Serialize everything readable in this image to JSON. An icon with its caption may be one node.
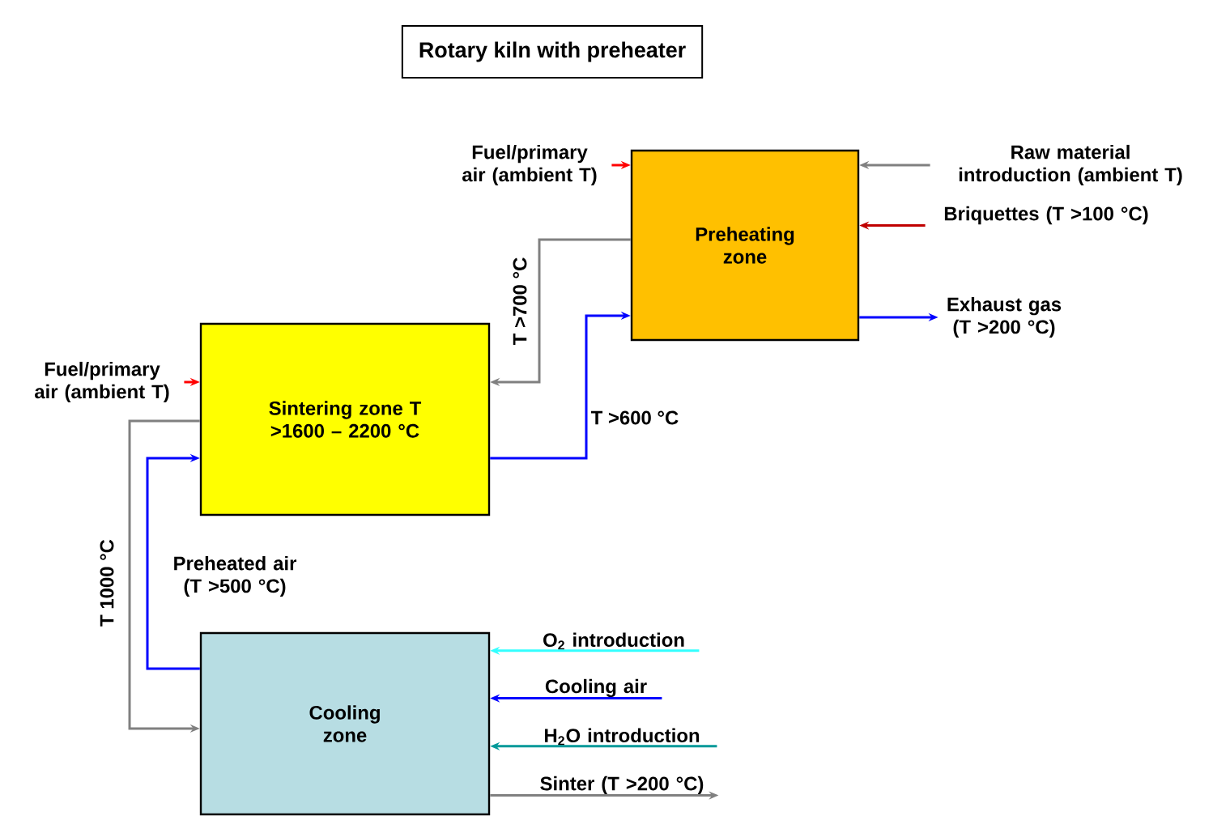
{
  "diagram": {
    "title": "Rotary kiln with preheater",
    "nodes": [
      {
        "text": [
          "Preheating zone"
        ]
      },
      {
        "text": [
          "Sintering zone T >1600 – 2200 °C"
        ]
      },
      {
        "text": [
          "Cooling zone"
        ]
      },
      {
        "text": [
          "Fuel/primary air (ambient T)"
        ]
      },
      {
        "text": [
          "Raw material introduction (ambient T)"
        ]
      },
      {
        "text": [
          "Briquettes (T >100 °C)"
        ]
      },
      {
        "text": [
          "Exhaust gas (T >200 °C)"
        ]
      },
      {
        "text": [
          "Fuel/primary air (ambient T)"
        ]
      },
      {
        "text": [
          "O$_{2}$ introduction"
        ]
      },
      {
        "text": [
          "Cooling air"
        ]
      },
      {
        "text": [
          "H$_{2}$O introduction"
        ]
      },
      {
        "text": [
          "Sinter (T >200 °C)"
        ]
      }
    ],
    "edges": [
      {
        "from": 3,
        "to": 0,
        "arrow": "to",
        "color": "#ff0000"
      },
      {
        "from": 4,
        "to": 0,
        "arrow": "to",
        "color": "#808080"
      },
      {
        "from": 5,
        "to": 0,
        "arrow": "to",
        "color": "#c00000"
      },
      {
        "from": 0,
        "to": 6,
        "arrow": "to",
        "color": "#0000ff"
      },
      {
        "from": 0,
        "to": 1,
        "arrow": "to",
        "color": "#808080",
        "label": "T >700 °C"
      },
      {
        "from": 1,
        "to": 0,
        "arrow": "to",
        "color": "#0000ff",
        "label": "T >600 °C"
      },
      {
        "from": 7,
        "to": 1,
        "arrow": "to",
        "color": "#ff0000"
      },
      {
        "from": 1,
        "to": 2,
        "arrow": "to",
        "color": "#808080",
        "label": "T 1000 °C"
      },
      {
        "from": 2,
        "to": 1,
        "arrow": "to",
        "color": "#0000ff",
        "label": "Preheated air (T >500 °C)"
      },
      {
        "from": 8,
        "to": 2,
        "arrow": "to",
        "color": "#33ffff"
      },
      {
        "from": 9,
        "to": 2,
        "arrow": "to",
        "color": "#0000ff"
      },
      {
        "from": 10,
        "to": 2,
        "arrow": "to",
        "color": "#009999"
      },
      {
        "from": 2,
        "to": 11,
        "arrow": "to",
        "color": "#808080"
      }
    ]
  }
}
